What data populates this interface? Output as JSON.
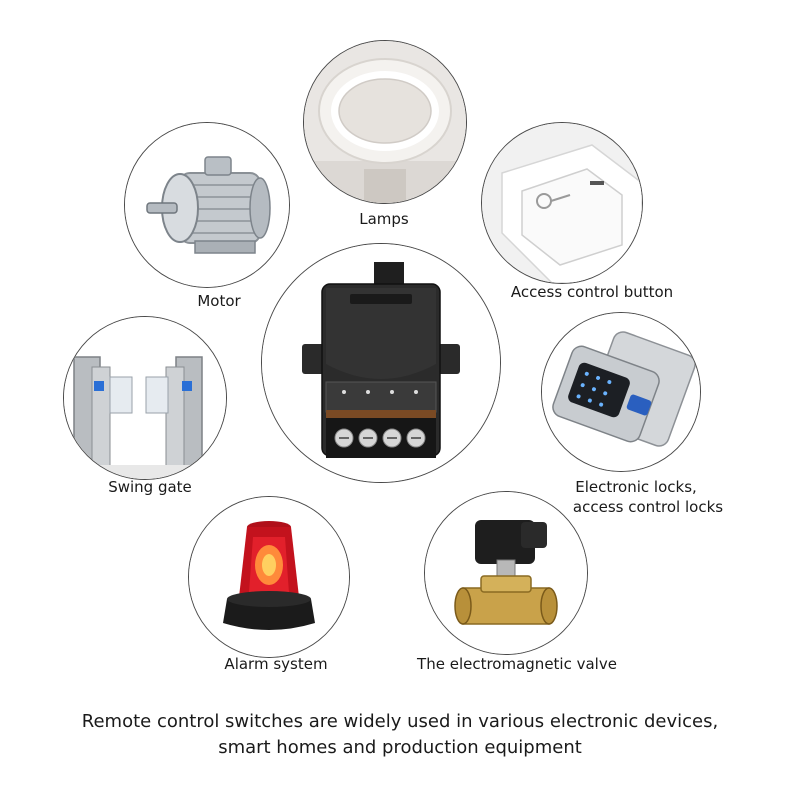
{
  "items": {
    "lamps": "Lamps",
    "motor": "Motor",
    "access_button": "Access control button",
    "swing_gate": "Swing gate",
    "locks_line1": "Electronic locks,",
    "locks_line2": "access control locks",
    "alarm": "Alarm system",
    "valve": "The electromagnetic valve"
  },
  "caption": {
    "line1": "Remote control switches are widely used in various electronic devices,",
    "line2": "smart homes and production equipment"
  }
}
